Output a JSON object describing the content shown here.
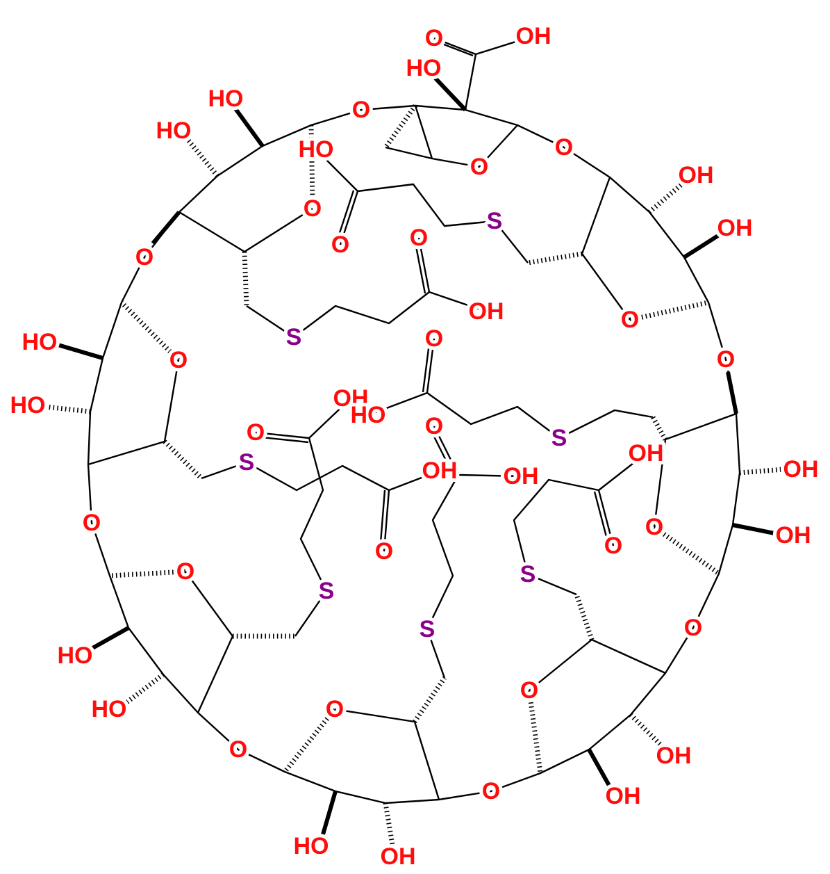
{
  "title": "Cyclodextrin derivative with carboxyethylthio substituents",
  "colors": {
    "oxygen": "#ff0d0d",
    "sulfur": "#8b008b",
    "bond": "#000000"
  },
  "atoms": [
    "O",
    "OH",
    "HO",
    "O",
    "O",
    "O",
    "HO",
    "HO",
    "HO",
    "O",
    "OH",
    "OH",
    "S",
    "O",
    "O",
    "O",
    "OH",
    "S",
    "O",
    "O",
    "O",
    "HO",
    "O",
    "HO",
    "OH",
    "HO",
    "S",
    "O",
    "O",
    "S",
    "OH",
    "OH",
    "OH",
    "OH",
    "O",
    "O",
    "OH",
    "O",
    "O",
    "O",
    "S",
    "S",
    "O",
    "S",
    "HO",
    "O",
    "HO",
    "O",
    "O",
    "OH",
    "O",
    "OH",
    "HO",
    "OH"
  ]
}
